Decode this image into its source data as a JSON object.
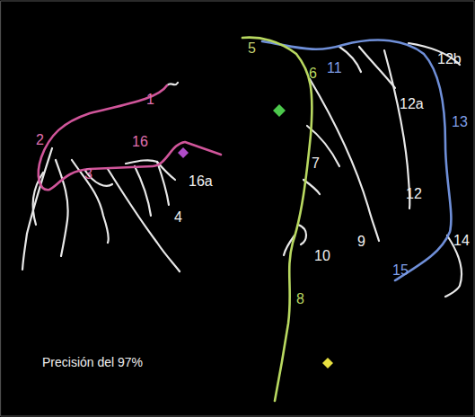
{
  "diagram": {
    "labels": [
      "1",
      "2",
      "16",
      "3",
      "16a",
      "4",
      "5",
      "6",
      "11",
      "12b",
      "12a",
      "13",
      "7",
      "12",
      "9",
      "10",
      "14",
      "15",
      "8",
      "Precisión del 97%"
    ]
  }
}
